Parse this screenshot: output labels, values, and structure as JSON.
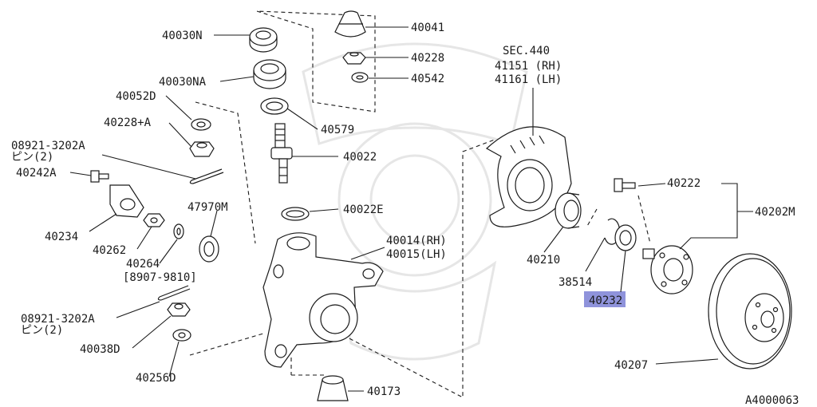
{
  "diagram": {
    "ref_code": "A4000063",
    "highlight_color": "#8f93db",
    "labels": {
      "p40030N": "40030N",
      "p40030NA": "40030NA",
      "p40052D": "40052D",
      "p40228A": "40228+A",
      "p08921a": "08921-3202A",
      "p08921a_sub": "ピン(2)",
      "p40242A": "40242A",
      "p47970M": "47970M",
      "p40234": "40234",
      "p40262": "40262",
      "p40264": "40264",
      "p40264_range": "[8907-9810]",
      "p08921b": "08921-3202A",
      "p08921b_sub": "ピン(2)",
      "p40038D": "40038D",
      "p40256D": "40256D",
      "p40041": "40041",
      "p40228": "40228",
      "p40542": "40542",
      "p40579": "40579",
      "p40022": "40022",
      "p40022E": "40022E",
      "p40014": "40014(RH)",
      "p40015": "40015(LH)",
      "p40173": "40173",
      "sec": "SEC.440",
      "sec_rh": "41151 (RH)",
      "sec_lh": "41161 (LH)",
      "p40210": "40210",
      "p38514": "38514",
      "p40232": "40232",
      "p40222": "40222",
      "p40202M": "40202M",
      "p40207": "40207"
    }
  }
}
